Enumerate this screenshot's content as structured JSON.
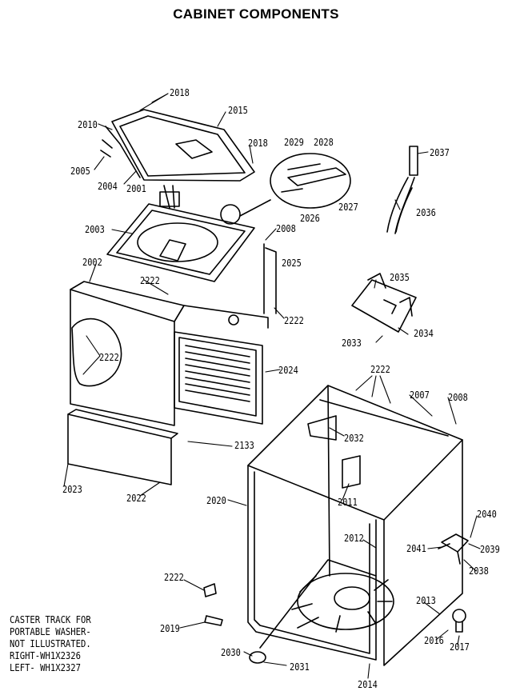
{
  "title": "CABINET COMPONENTS",
  "parts": [
    "2018",
    "2015",
    "2010",
    "2018",
    "2005",
    "2004",
    "2001",
    "2029",
    "2028",
    "2037",
    "2027",
    "2026",
    "2036",
    "2003",
    "2008",
    "2025",
    "2002",
    "2222",
    "2035",
    "2222",
    "2222",
    "2033",
    "2034",
    "2024",
    "2222",
    "2007",
    "2008",
    "2133",
    "2032",
    "2023",
    "2022",
    "2020",
    "2011",
    "2040",
    "2012",
    "2041",
    "2039",
    "2038",
    "2222",
    "2013",
    "2019",
    "2016",
    "2017",
    "2030",
    "2031",
    "2014"
  ],
  "note": [
    "CASTER TRACK FOR",
    "PORTABLE WASHER-",
    "NOT ILLUSTRATED.",
    "RIGHT-WH1X2326",
    "LEFT- WH1X2327"
  ]
}
